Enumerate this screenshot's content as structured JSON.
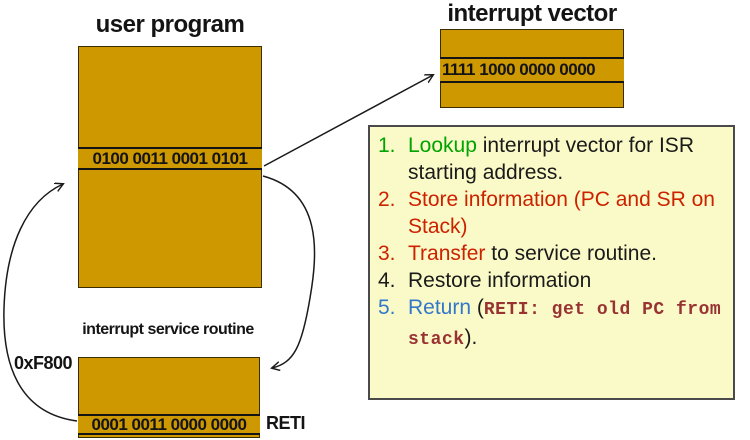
{
  "colors": {
    "gold": "#CD9800",
    "panel_bg": "#FAFAC8",
    "green": "#00A400",
    "red": "#CC2200",
    "blue": "#3377CC",
    "maroon": "#993333",
    "black": "#1a1a1a"
  },
  "user_program": {
    "title": "user program",
    "instruction": "0100 0011 0001 0101"
  },
  "interrupt_vector": {
    "title": "interrupt vector",
    "value": "1111 1000 0000 0000"
  },
  "isr": {
    "title": "interrupt service routine",
    "address_label": "0xF800",
    "instruction": "0001 0011 0000 0000",
    "reti_label": "RETI"
  },
  "steps": [
    {
      "num": "1.",
      "num_color": "green",
      "segments": [
        {
          "text": "Lookup",
          "color": "green"
        },
        {
          "text": " interrupt vector for ISR starting address.",
          "color": "black"
        }
      ]
    },
    {
      "num": "2.",
      "num_color": "red",
      "segments": [
        {
          "text": "Store information (PC and SR on Stack)",
          "color": "red"
        }
      ]
    },
    {
      "num": "3.",
      "num_color": "red",
      "segments": [
        {
          "text": "Transfer",
          "color": "red"
        },
        {
          "text": " to service routine.",
          "color": "black"
        }
      ]
    },
    {
      "num": "4.",
      "num_color": "black",
      "segments": [
        {
          "text": "Restore information",
          "color": "black"
        }
      ]
    },
    {
      "num": "5.",
      "num_color": "blue",
      "segments": [
        {
          "text": "Return",
          "color": "blue"
        },
        {
          "text": " (",
          "color": "black"
        },
        {
          "text": "RETI: get old PC from stack",
          "color": "maroon",
          "mono": true
        },
        {
          "text": ").",
          "color": "black"
        }
      ]
    }
  ]
}
